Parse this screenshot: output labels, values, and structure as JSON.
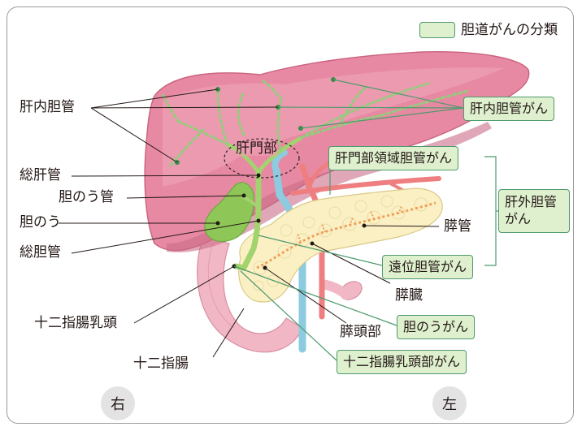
{
  "legend": {
    "label": "胆道がんの分類"
  },
  "anatomy_labels": {
    "intrahepatic_duct": "肝内胆管",
    "hilum": "肝門部",
    "common_hepatic_duct": "総肝管",
    "cystic_duct": "胆のう管",
    "gallbladder": "胆のう",
    "common_bile_duct": "総胆管",
    "papilla": "十二指腸乳頭",
    "duodenum": "十二指腸",
    "pancreatic_duct": "膵管",
    "pancreas": "膵臓",
    "pancreatic_head": "膵頭部"
  },
  "cancer_labels": {
    "intrahepatic": "肝内胆管がん",
    "perihilar": "肝門部領域胆管がん",
    "extrahepatic": "肝外胆管がん",
    "distal": "遠位胆管がん",
    "gallbladder": "胆のうがん",
    "ampullary": "十二指腸乳頭部がん"
  },
  "sides": {
    "right": "右",
    "left": "左"
  },
  "colors": {
    "liver": "#e07d97",
    "liver_light": "#eea0b4",
    "gallbladder": "#8fc658",
    "bile_duct": "#a2d36e",
    "duct_dots": "#8fcf7a",
    "pancreas": "#fbf0c4",
    "pancreatic_duct": "#f0a05a",
    "artery": "#ee7e80",
    "vein": "#8ccbe0",
    "duodenum": "#f2b7c5",
    "box_fill": "#dff0cf",
    "box_border": "#4e9a6d"
  }
}
